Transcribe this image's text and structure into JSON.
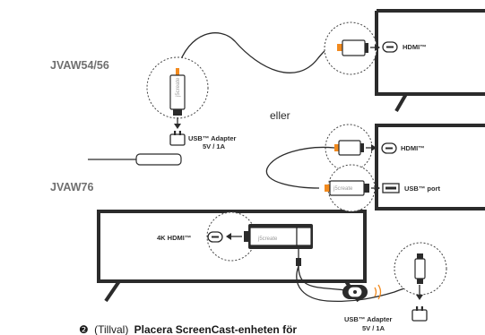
{
  "labels": {
    "model_a": "JVAW54/56",
    "model_b": "JVAW76",
    "or": "eller",
    "hdmi_1": "HDMI™",
    "hdmi_2": "HDMI™",
    "usb_port": "USB™ port",
    "adapter_1_line1": "USB™ Adapter",
    "adapter_1_line2": "5V / 1A",
    "hdmi_4k": "4K HDMI™",
    "adapter_2_line1": "USB™ Adapter",
    "adapter_2_line2": "5V / 1A",
    "brand": "j5create"
  },
  "step": {
    "number_glyph": "❷",
    "optional": "(Tillval)",
    "instruction": "Placera ScreenCast-enheten för"
  },
  "colors": {
    "accent": "#f28a1e",
    "line": "#2b2b2b",
    "model_label": "#6f6f6f"
  },
  "icons": [
    "hdmi-port-icon",
    "usb-port-icon",
    "arrow-left-icon",
    "arrow-down-icon",
    "wireless-signal-icon",
    "power-plug-icon"
  ]
}
